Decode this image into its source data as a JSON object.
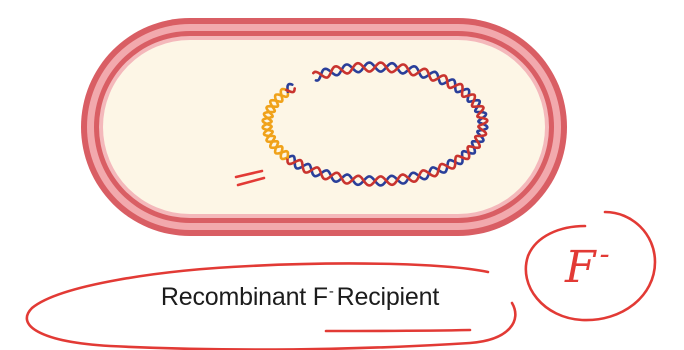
{
  "caption": {
    "main": "Recombinant F",
    "superscript": "-",
    "tail": "Recipient"
  },
  "annotation": {
    "main": "F",
    "superscript": "-"
  },
  "colors": {
    "cell_wall": "#e07c80",
    "cell_wall_dark": "#c7484f",
    "cytoplasm": "#fdf6e6",
    "dna_blue": "#2a3f9a",
    "dna_red": "#c9342f",
    "dna_yellow": "#f0a21a",
    "ink": "#e23a35"
  }
}
